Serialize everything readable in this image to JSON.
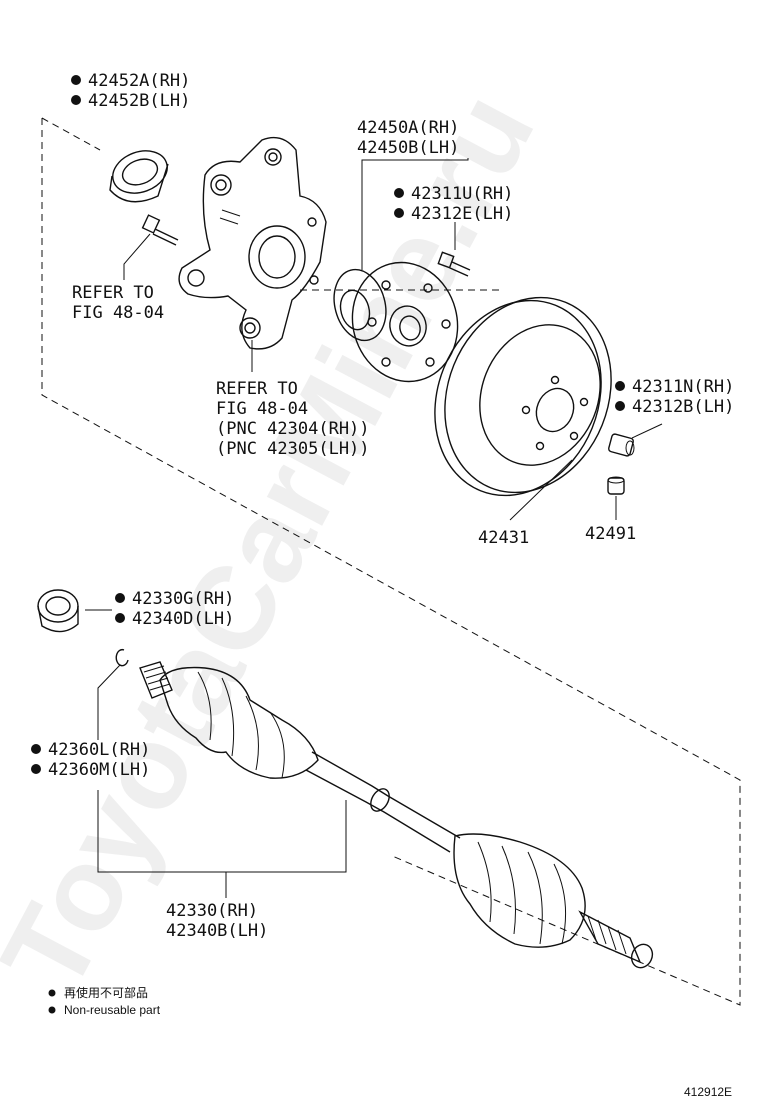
{
  "watermark": "ToyotaCarMine.ru",
  "labels": {
    "hub_bearing_bolt_a": "42452A(RH)",
    "hub_bearing_bolt_b": "42452B(LH)",
    "hub_bearing_a": "42450A(RH)",
    "hub_bearing_b": "42450B(LH)",
    "hub_bolt_u": "42311U(RH)",
    "hub_bolt_e": "42312E(LH)",
    "refer_bolt_line1": "REFER TO",
    "refer_bolt_line2": "FIG 48-04",
    "refer_knuckle_line1": "REFER TO",
    "refer_knuckle_line2": "FIG 48-04",
    "refer_knuckle_line3": "(PNC 42304(RH))",
    "refer_knuckle_line4": "(PNC 42305(LH))",
    "nut_n": "42311N(RH)",
    "nut_b": "42312B(LH)",
    "disc": "42431",
    "cap": "42491",
    "seal_g": "42330G(RH)",
    "seal_d": "42340D(LH)",
    "snap_l": "42360L(RH)",
    "snap_m": "42360M(LH)",
    "shaft_rh": "42330(RH)",
    "shaft_lh": "42340B(LH)"
  },
  "legend": {
    "line_cn": "再使用不可部品",
    "line_en": "Non-reusable part"
  },
  "figure_id": "412912E"
}
